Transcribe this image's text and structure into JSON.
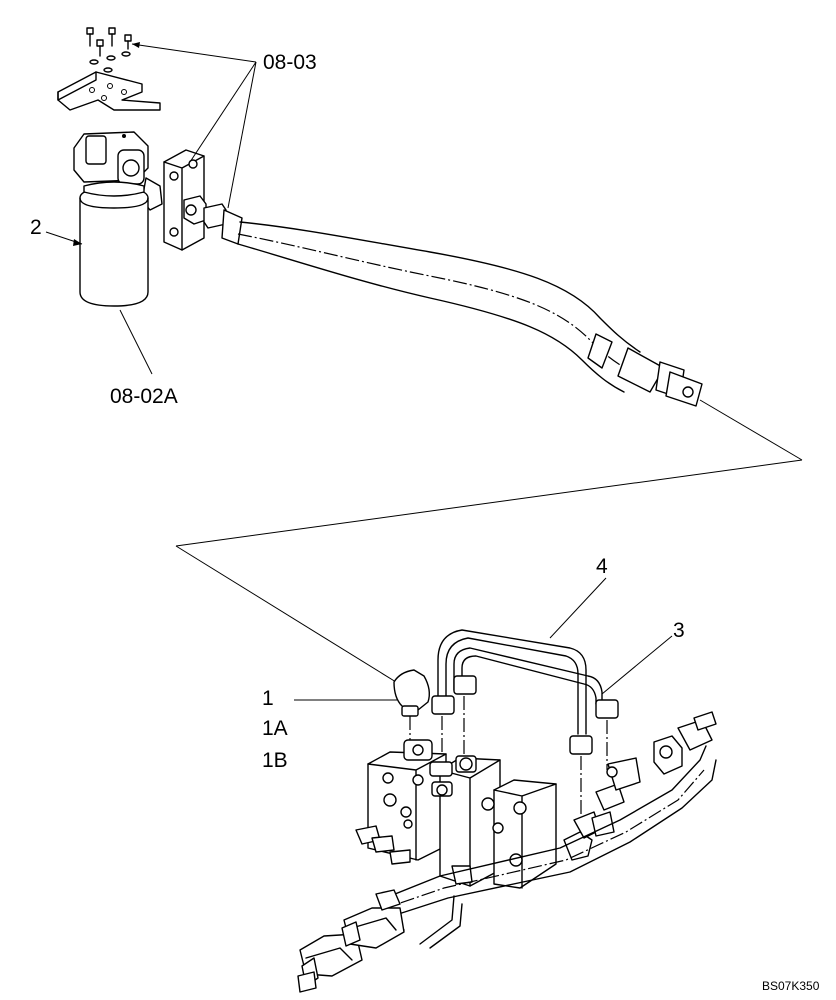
{
  "callouts": {
    "c_08_03": "08-03",
    "c_2": "2",
    "c_08_02a": "08-02A",
    "c_4": "4",
    "c_3": "3",
    "c_1": "1",
    "c_1a": "1A",
    "c_1b": "1B"
  },
  "drawing_code": "BS07K350"
}
